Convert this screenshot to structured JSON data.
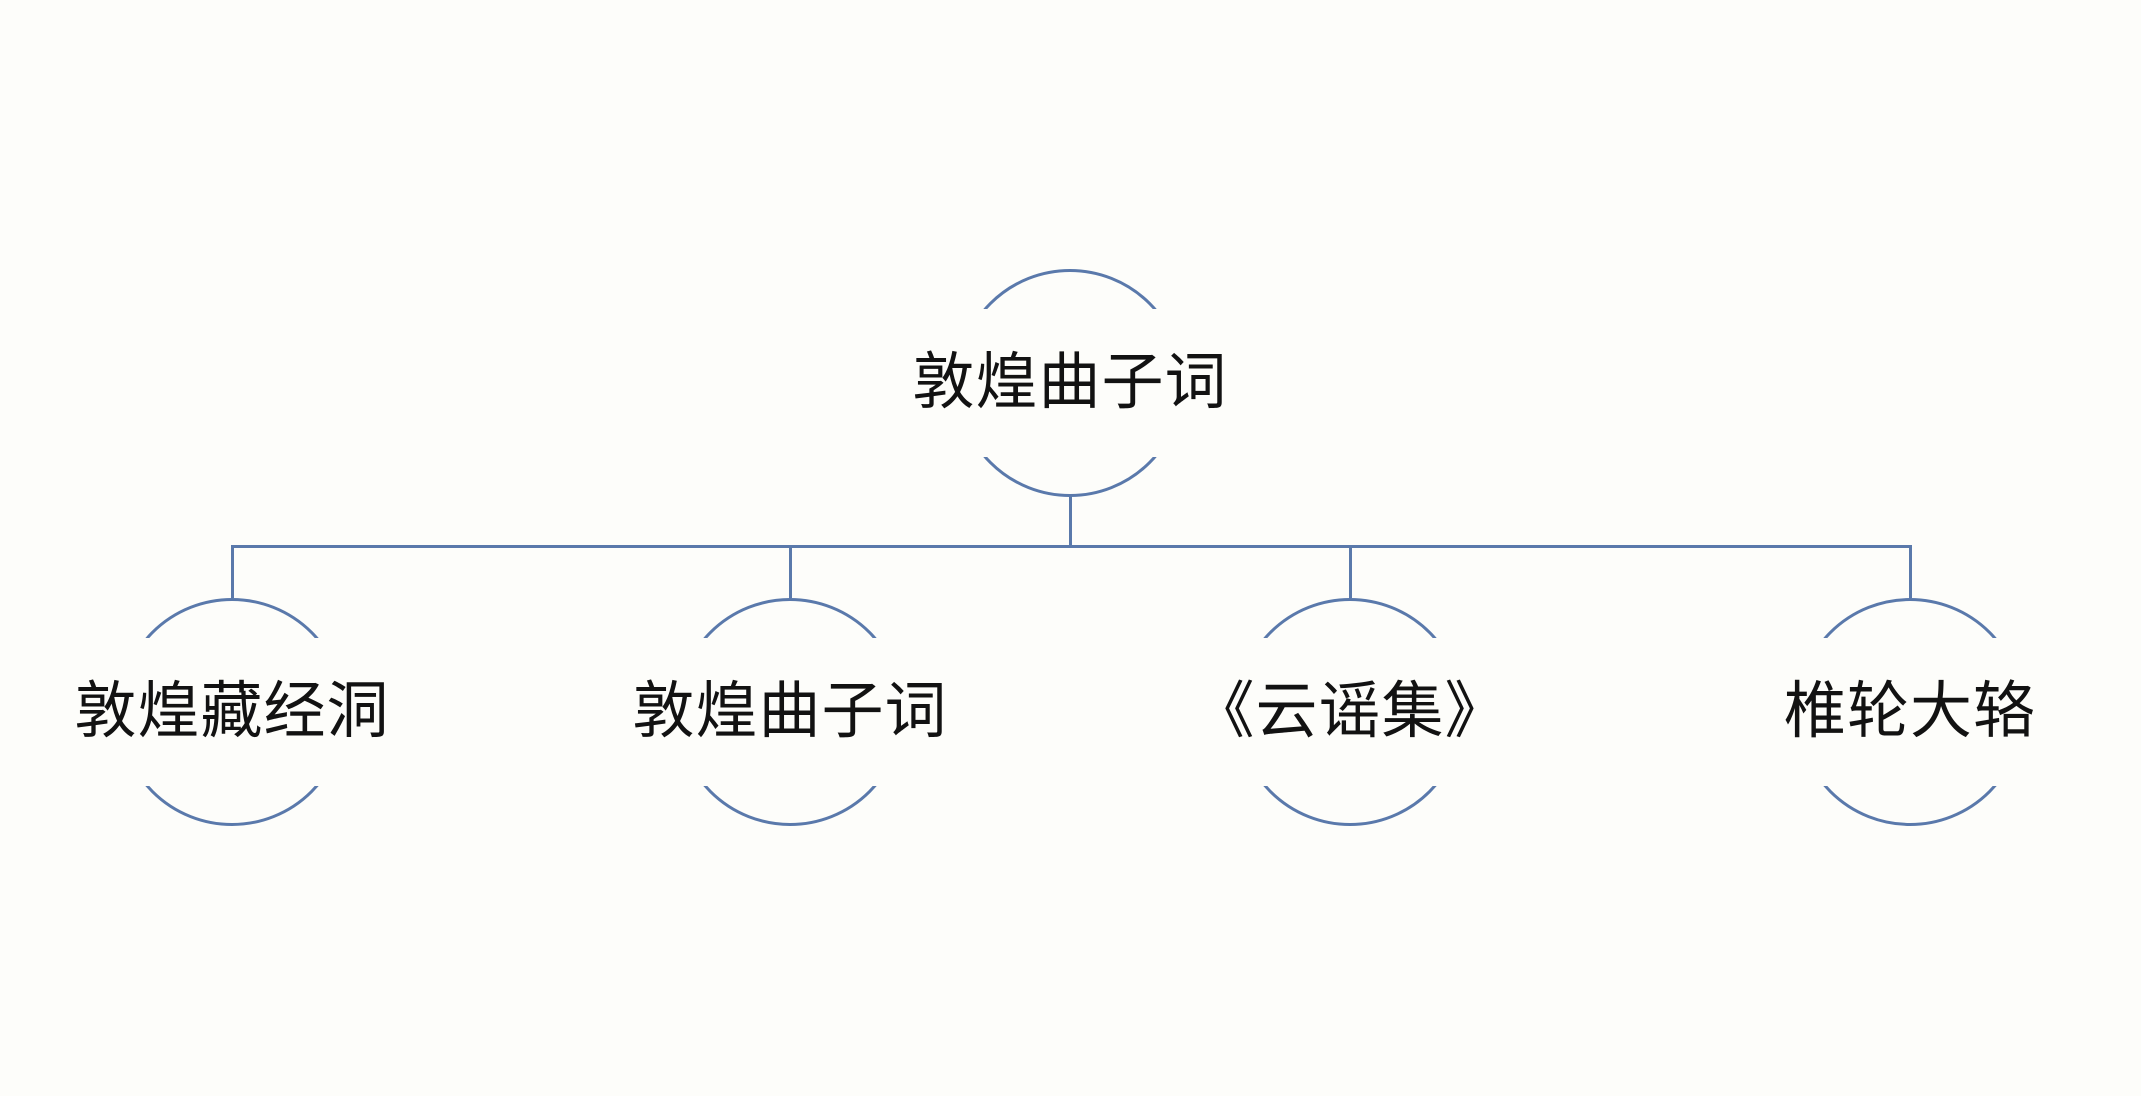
{
  "theme": {
    "background": "#fdfdfa",
    "line_color": "#5a79ab",
    "text_color": "#121212"
  },
  "diagram": {
    "type": "tree",
    "root": {
      "label": "敦煌曲子词"
    },
    "children": [
      {
        "label": "敦煌藏经洞"
      },
      {
        "label": "敦煌曲子词"
      },
      {
        "label": "《云谣集》"
      },
      {
        "label": "椎轮大辂"
      }
    ]
  }
}
